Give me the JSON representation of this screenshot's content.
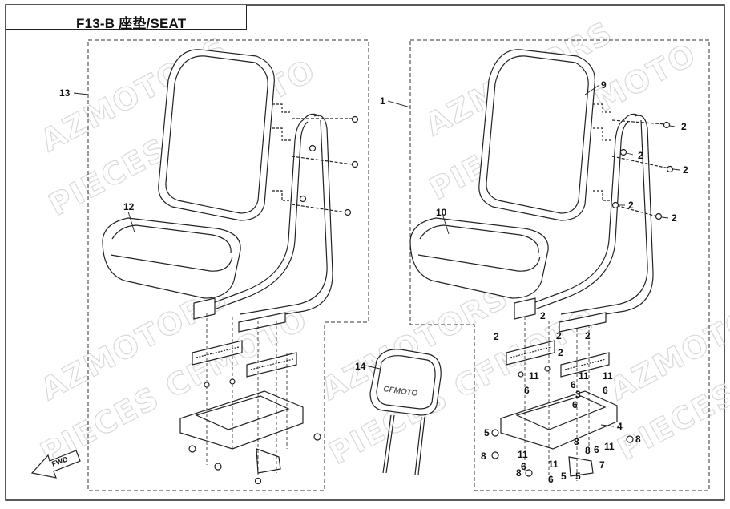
{
  "title": "F13-B 座垫/SEAT",
  "watermarks": [
    "AZMOTORS",
    "PIECES CFMOTO"
  ],
  "headrest_logo": "CFMOTO",
  "fwd_label": "FWD",
  "callouts": {
    "c13": "13",
    "c12": "12",
    "c1": "1",
    "c9": "9",
    "c10": "10",
    "c14": "14",
    "c2": "2",
    "c4": "4",
    "c3": "3",
    "c5": "5",
    "c6": "6",
    "c7": "7",
    "c8": "8",
    "c11": "11"
  }
}
